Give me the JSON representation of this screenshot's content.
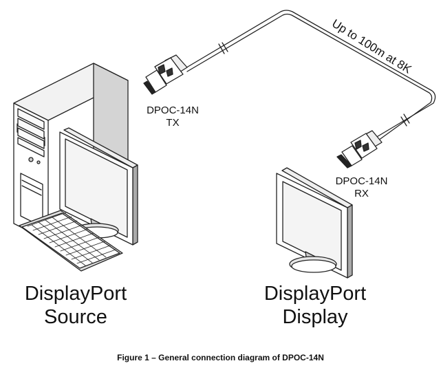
{
  "cable": {
    "length_label": "Up to 100m at 8K"
  },
  "transmitter": {
    "model": "DPOC-14N",
    "role": "TX"
  },
  "receiver": {
    "model": "DPOC-14N",
    "role": "RX"
  },
  "source": {
    "line1": "DisplayPort",
    "line2": "Source"
  },
  "display": {
    "line1": "DisplayPort",
    "line2": "Display"
  },
  "caption": "Figure 1 – General connection diagram of DPOC-14N"
}
